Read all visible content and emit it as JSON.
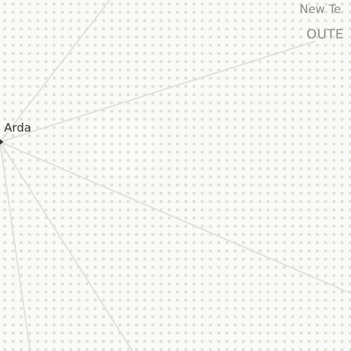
{
  "nodes": {
    "arda": {
      "label": "Arda"
    },
    "new_te": {
      "title": "New Te",
      "subtitle": "OUTE"
    }
  },
  "colors": {
    "background": "#fafaf8",
    "dot": "#e1e1dc",
    "edge": "#dededb",
    "label": "#333333",
    "muted_label": "#8a8a86"
  }
}
